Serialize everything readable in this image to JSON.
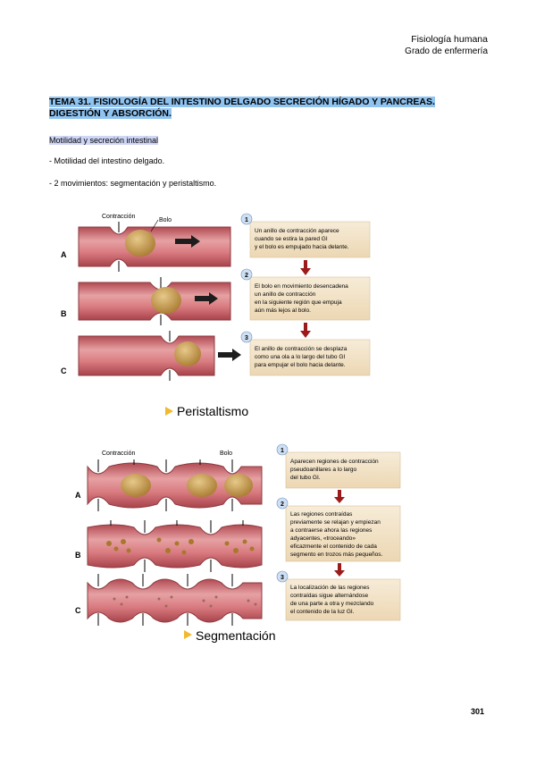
{
  "header": {
    "line1": "Fisiología humana",
    "line2": "Grado de enfermería"
  },
  "title": "TEMA 31. FISIOLOGÍA DEL INTESTINO DELGADO SECRECIÓN HÍGADO Y PANCREAS. DIGESTIÓN Y ABSORCIÓN.",
  "subhead": "Motilidad y secreción intestinal",
  "bullets": [
    "- Motilidad del intestino delgado.",
    "- 2 movimientos: segmentación y peristaltismo."
  ],
  "peristaltismo": {
    "label_contraccion": "Contracción",
    "label_bolo": "Bolo",
    "row_letters": [
      "A",
      "B",
      "C"
    ],
    "steps": [
      {
        "num": "1",
        "lines": [
          "Un anillo de contracción aparece",
          "cuando se estira la pared GI",
          "y el bolo es empujado hacia delante."
        ]
      },
      {
        "num": "2",
        "lines": [
          "El bolo en movimiento desencadena",
          "un anillo de contracción",
          "en la siguiente región que empuja",
          "aún más lejos al bolo."
        ]
      },
      {
        "num": "3",
        "lines": [
          "El anillo de contracción se desplaza",
          "como una ola a lo largo del tubo GI",
          "para empujar el bolo hacia delante."
        ]
      }
    ],
    "caption": "Peristaltismo"
  },
  "segmentacion": {
    "label_contraccion": "Contracción",
    "label_bolo": "Bolo",
    "row_letters": [
      "A",
      "B",
      "C"
    ],
    "steps": [
      {
        "num": "1",
        "lines": [
          "Aparecen regiones de contracción",
          "pseudoanillares a lo largo",
          "del tubo GI."
        ]
      },
      {
        "num": "2",
        "lines": [
          "Las regiones contraídas",
          "previamente se relajan y empiezan",
          "a contraerse ahora las regiones",
          "adyacentes, «troceando»",
          "eficazmente el contenido de cada",
          "segmento en trozos más pequeños."
        ]
      },
      {
        "num": "3",
        "lines": [
          "La localización de las regiones",
          "contraídas sigue alternándose",
          "de una parte a otra y mezclando",
          "el contenido de la luz GI."
        ]
      }
    ],
    "caption": "Segmentación"
  },
  "page_number": "301",
  "colors": {
    "title_highlight": "#8fc3f0",
    "subhead_highlight": "#cfd6f5",
    "tube": "#c9636a",
    "bolus": "#c49a4d",
    "arrow_red": "#9b1b1b",
    "step_box": "#f3e4c8"
  }
}
